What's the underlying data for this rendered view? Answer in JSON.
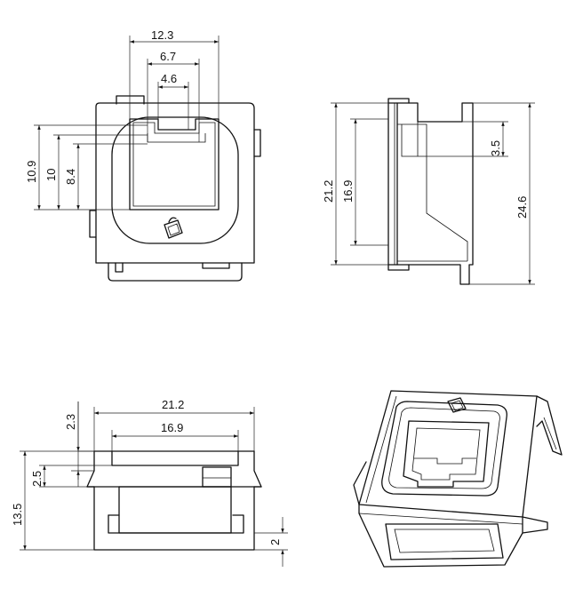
{
  "front_view": {
    "dim_width_outer": "12.3",
    "dim_width_mid": "6.7",
    "dim_width_inner": "4.6",
    "dim_height_outer": "10.9",
    "dim_height_mid": "10",
    "dim_height_inner": "8.4"
  },
  "side_view": {
    "dim_height_body": "21.2",
    "dim_height_inner": "16.9",
    "dim_height_total": "24.6",
    "dim_clip": "3.5"
  },
  "bottom_view": {
    "dim_width_outer": "21.2",
    "dim_width_inner": "16.9",
    "dim_height_total": "13.5",
    "dim_top_offset": "2.3",
    "dim_flange": "2.5",
    "dim_base": "2"
  }
}
